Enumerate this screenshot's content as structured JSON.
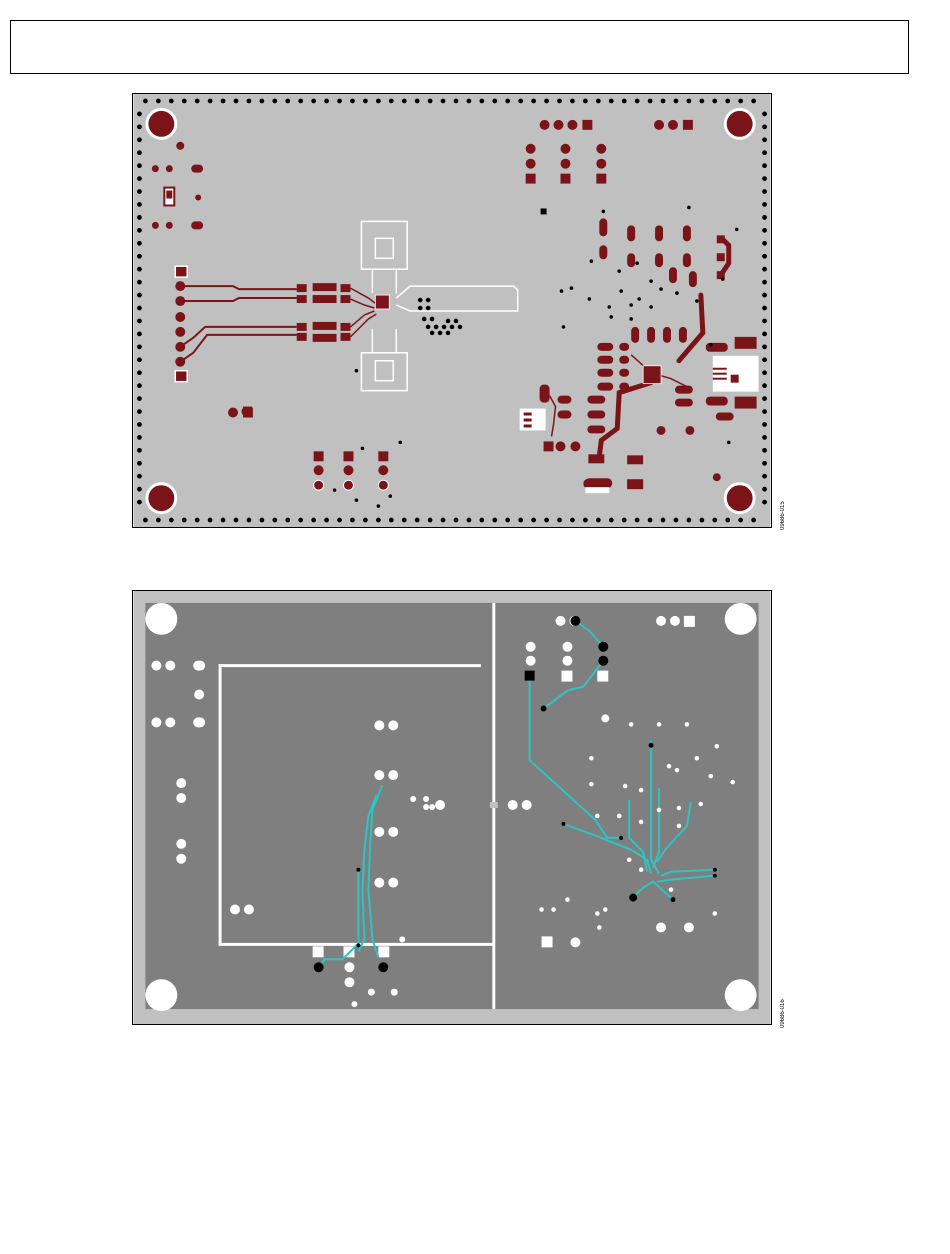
{
  "header": {
    "text": ""
  },
  "figures": [
    {
      "code": "09686-015",
      "layer": "top-copper"
    },
    {
      "code": "09686-016",
      "layer": "ground-plane"
    }
  ],
  "colors": {
    "copper_top": "#7a1418",
    "board_top": "#c0c0c0",
    "ground_fill": "#7f7f7f",
    "board_edge": "#c0c0c0",
    "trace_bottom": "#2ec4c4",
    "via": "#000000",
    "clearance": "#ffffff"
  }
}
